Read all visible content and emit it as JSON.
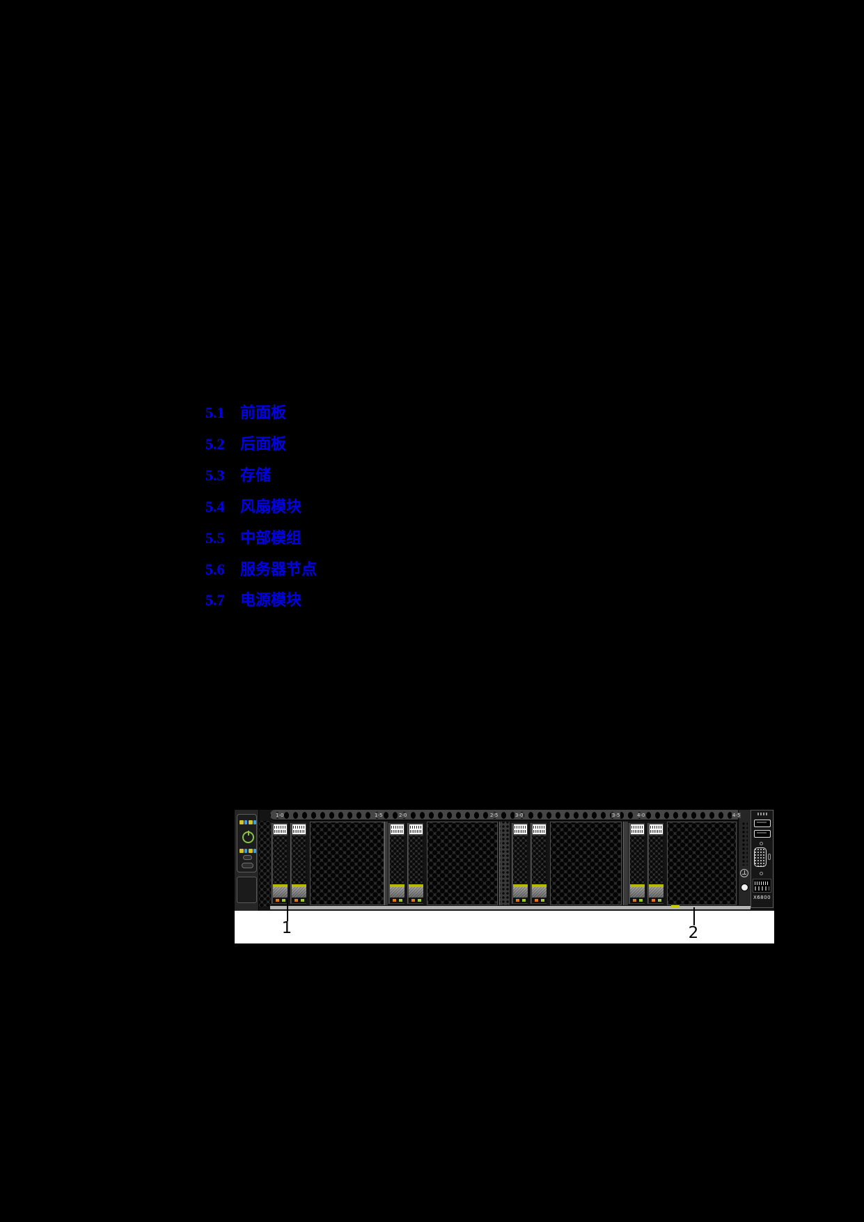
{
  "page": {
    "background_color": "#000000"
  },
  "toc": {
    "link_color": "#0000e6",
    "items": [
      {
        "number": "5.1",
        "label": "前面板"
      },
      {
        "number": "5.2",
        "label": "后面板"
      },
      {
        "number": "5.3",
        "label": "存储"
      },
      {
        "number": "5.4",
        "label": "风扇模块"
      },
      {
        "number": "5.5",
        "label": "中部模组"
      },
      {
        "number": "5.6",
        "label": "服务器节点"
      },
      {
        "number": "5.7",
        "label": "电源模块"
      }
    ]
  },
  "figure": {
    "description": "server-front-panel",
    "rail_labels": [
      "1-0",
      "1-5",
      "2-0",
      "2-5",
      "3-0",
      "3-5",
      "4-0",
      "4-5"
    ],
    "model_label": "X6800",
    "callout_1": "1",
    "callout_2": "2",
    "colors": {
      "drive_latch_yellow": "#b6ba00",
      "led_orange": "#e07818",
      "led_green": "#a2c62e",
      "power_button_green": "#8dc63f",
      "indicator_yellow": "#d4c229",
      "indicator_blue": "#3aa0d8",
      "bottom_rail_gray": "#b4b4b4"
    },
    "icons": {
      "power-icon": "power symbol ring",
      "grounding-icon": "earth ground symbol"
    }
  }
}
